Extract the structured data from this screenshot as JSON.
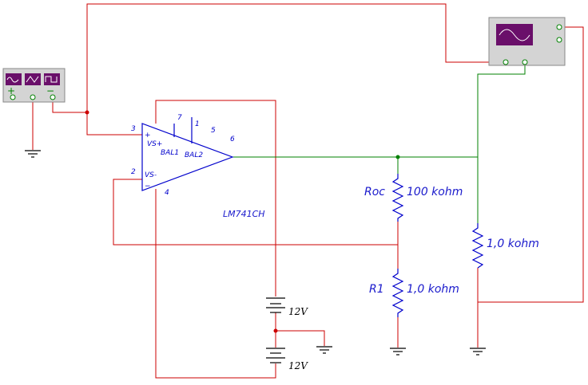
{
  "components": {
    "opamp": {
      "model": "LM741CH",
      "pin_noninv": "3",
      "pin_inv": "2",
      "pin_vneg": "4",
      "pin_out": "6",
      "pin_bal1": "7",
      "pin_bal2": "1",
      "pin_nc": "5",
      "label_vsp": "VS+",
      "label_vsn": "VS-",
      "label_bal1": "BAL1",
      "label_bal2": "BAL2",
      "plus": "+",
      "minus": "−"
    },
    "roc": {
      "name": "Roc",
      "value": "100 kohm"
    },
    "r1": {
      "name": "R1",
      "value": "1,0 kohm"
    },
    "rload": {
      "value": "1,0 kohm"
    },
    "battery_top": {
      "value": "12V"
    },
    "battery_bottom": {
      "value": "12V"
    },
    "function_generator": {
      "plus": "+",
      "minus": "−"
    }
  },
  "colors": {
    "wire_red": "#cc0000",
    "wire_green": "#008000",
    "component_blue": "#0000cc",
    "instrument_screen": "#6a0f6a"
  }
}
